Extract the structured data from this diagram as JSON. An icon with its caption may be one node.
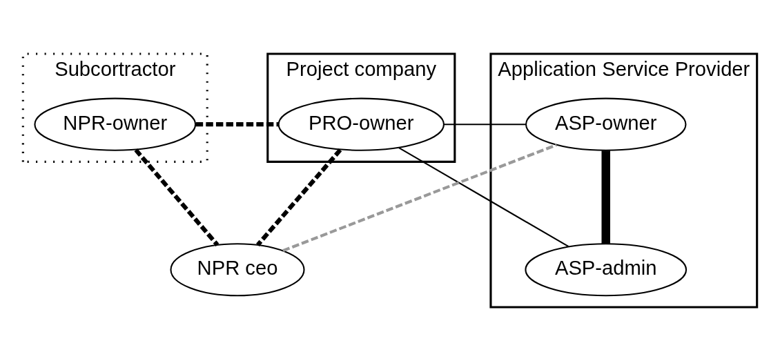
{
  "diagram": {
    "nodes": [
      {
        "text": [
          "Subcortractor"
        ]
      },
      {
        "text": [
          "NPR-owner"
        ],
        "in": 0
      },
      {
        "text": [
          "Project company"
        ]
      },
      {
        "text": [
          "PRO-owner"
        ],
        "in": 2
      },
      {
        "text": [
          "Application Service Provider"
        ]
      },
      {
        "text": [
          "ASP-owner"
        ],
        "in": 4
      },
      {
        "text": [
          "ASP-admin"
        ],
        "in": 4
      },
      {
        "text": [
          "NPR ceo"
        ]
      }
    ],
    "edges": [
      {
        "from": 1,
        "to": 3,
        "arrow": "none",
        "style": "dashed"
      },
      {
        "from": 1,
        "to": 7,
        "arrow": "none",
        "style": "dashed"
      },
      {
        "from": 3,
        "to": 7,
        "arrow": "none",
        "style": "dashed"
      },
      {
        "from": 3,
        "to": 5,
        "arrow": "none"
      },
      {
        "from": 3,
        "to": 6,
        "arrow": "none"
      },
      {
        "from": 5,
        "to": 6,
        "arrow": "none",
        "style": "thick"
      },
      {
        "from": 7,
        "to": 5,
        "arrow": "none",
        "style": "dashed",
        "color": "#999999"
      }
    ]
  }
}
